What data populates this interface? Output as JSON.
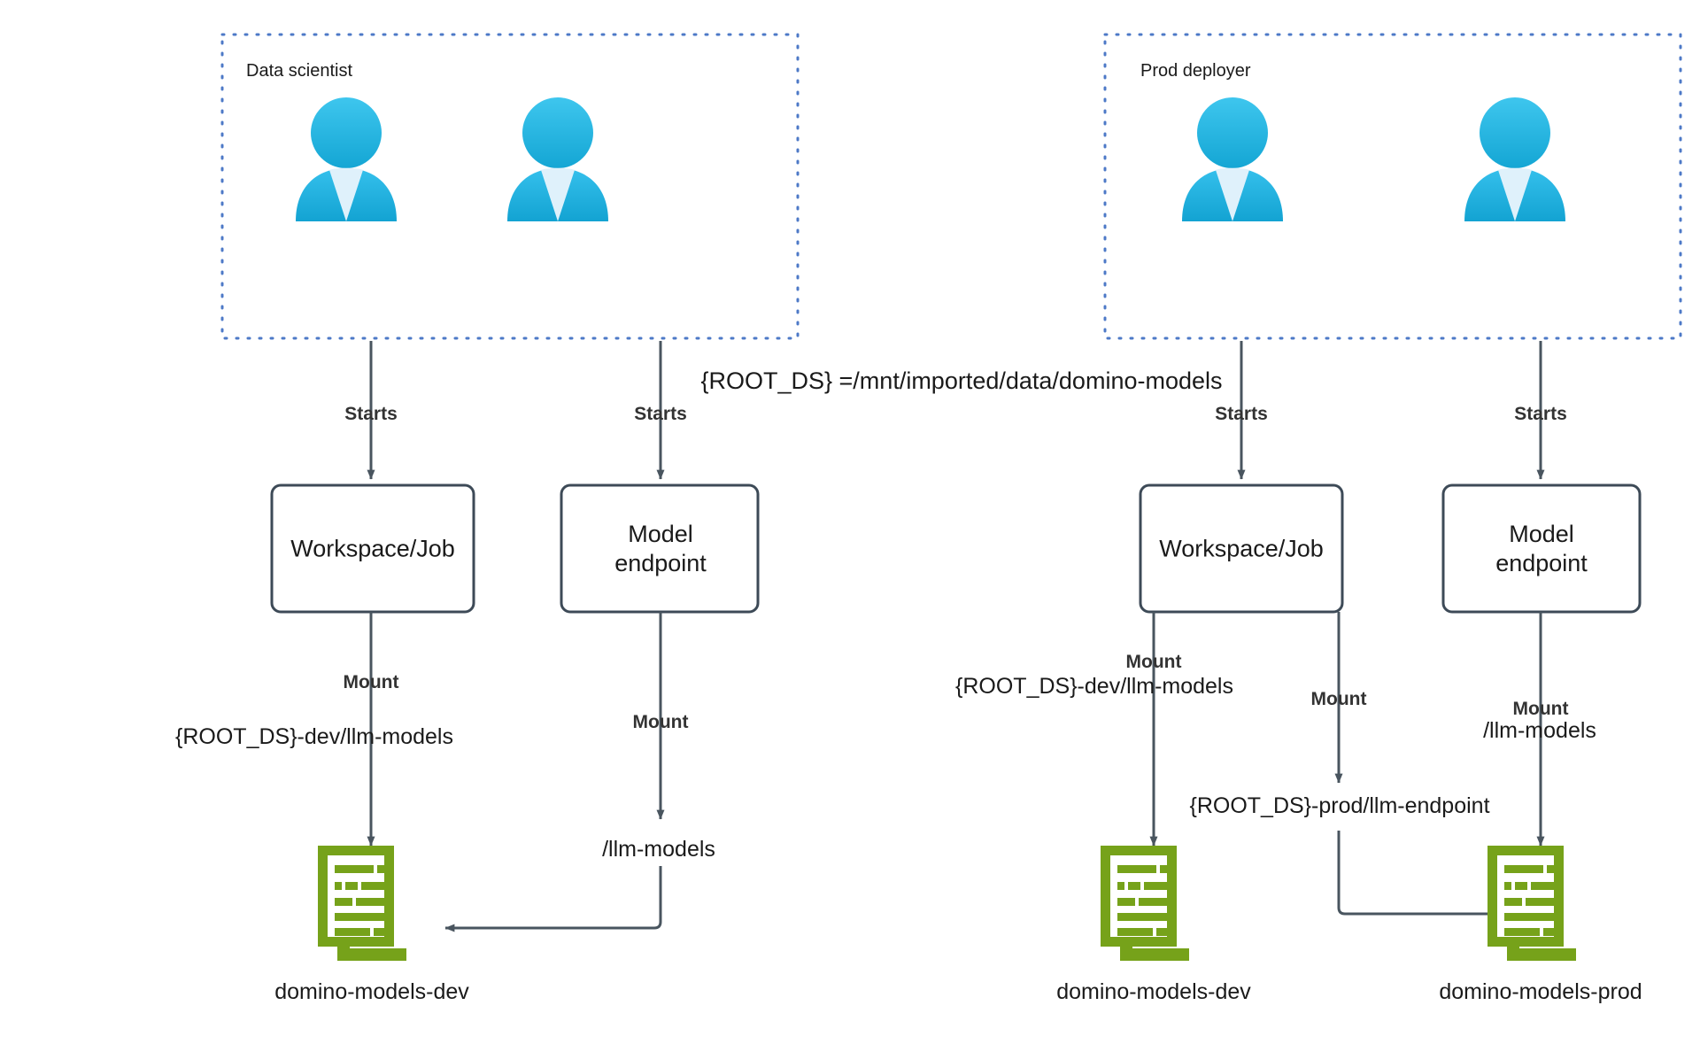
{
  "diagram": {
    "title_note": "{ROOT_DS} =/mnt/imported/data/domino-models",
    "groups": [
      {
        "id": "data-scientist",
        "label": "Data scientist",
        "persons": 2
      },
      {
        "id": "prod-deployer",
        "label": "Prod deployer",
        "persons": 2
      }
    ],
    "nodes": [
      {
        "id": "ws-dev",
        "label": "Workspace/Job"
      },
      {
        "id": "me-dev",
        "label": "Model\nendpoint"
      },
      {
        "id": "ws-prod",
        "label": "Workspace/Job"
      },
      {
        "id": "me-prod",
        "label": "Model\nendpoint"
      }
    ],
    "stores": [
      {
        "id": "store-dev-left",
        "label": "domino-models-dev"
      },
      {
        "id": "store-dev-right",
        "label": "domino-models-dev"
      },
      {
        "id": "store-prod",
        "label": "domino-models-prod"
      }
    ],
    "edge_labels": {
      "starts_1": "Starts",
      "starts_2": "Starts",
      "starts_3": "Starts",
      "starts_4": "Starts",
      "mount_1": "Mount",
      "mount_2": "Mount",
      "mount_3": "Mount",
      "mount_4": "Mount",
      "mount_5": "Mount"
    },
    "path_labels": {
      "left_ws_mount": "{ROOT_DS}-dev/llm-models",
      "left_me_mount": "/llm-models",
      "right_ws_dev_mount": "{ROOT_DS}-dev/llm-models",
      "right_ws_prod_mount": "{ROOT_DS}-prod/llm-endpoint",
      "right_me_mount": "/llm-models"
    },
    "colors": {
      "group_border": "#4d79c7",
      "node_border": "#3d4a57",
      "arrow": "#49555f",
      "person_primary": "#29b6e8",
      "person_secondary": "#1fa8d8",
      "person_shirt": "#dff1fb",
      "document": "#76a21a",
      "text": "#1a1a1a"
    }
  }
}
